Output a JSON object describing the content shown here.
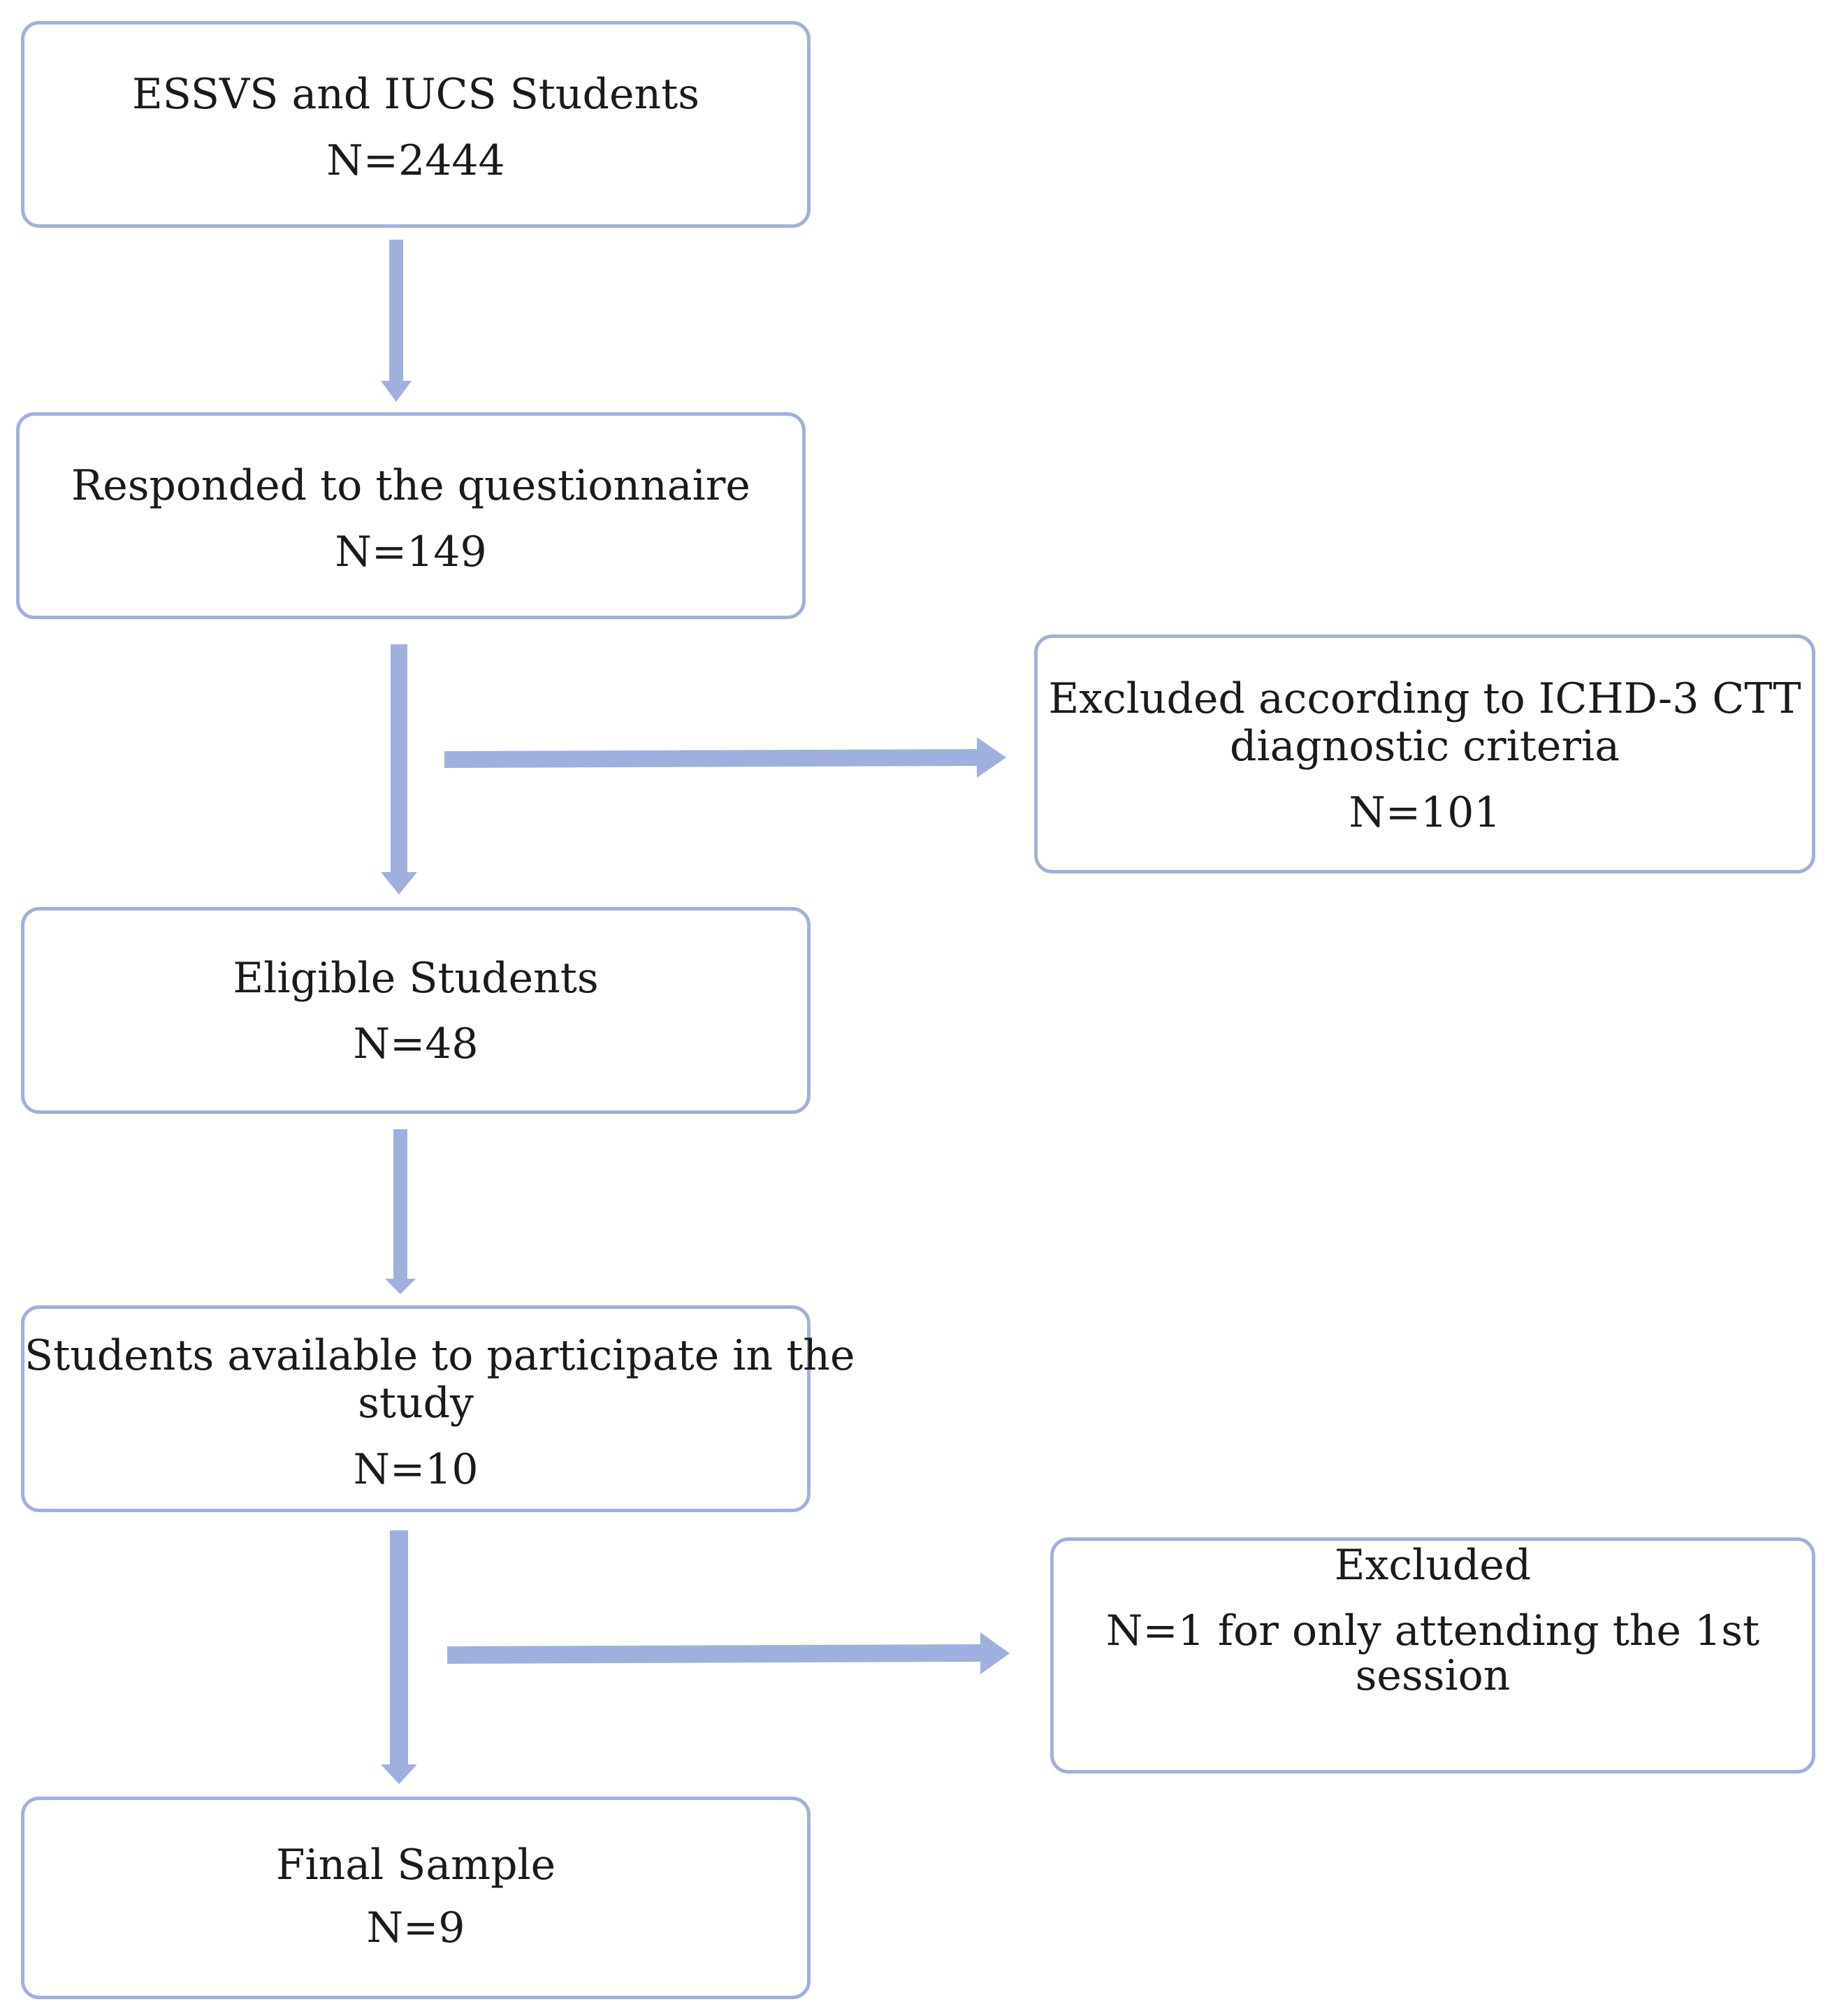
{
  "colors": {
    "border": "#9fb0de",
    "arrow": "#9fb0de",
    "text": "#1a1a1a",
    "background": "#ffffff"
  },
  "boxes": {
    "population": {
      "title": "ESSVS and IUCS Students",
      "count": "N=2444"
    },
    "responded": {
      "title": "Responded to the questionnaire",
      "count": "N=149"
    },
    "excluded_criteria": {
      "title_line1": "Excluded according to ICHD-3 CTT",
      "title_line2": "diagnostic criteria",
      "count": "N=101"
    },
    "eligible": {
      "title": "Eligible Students",
      "count": "N=48"
    },
    "available": {
      "title_line1": "Students available to participate in the",
      "title_line2": "study",
      "count": "N=10"
    },
    "excluded_session": {
      "title": "Excluded",
      "reason_line1": "N=1 for only attending the 1st",
      "reason_line2": "session"
    },
    "final": {
      "title": "Final Sample",
      "count": "N=9"
    }
  }
}
